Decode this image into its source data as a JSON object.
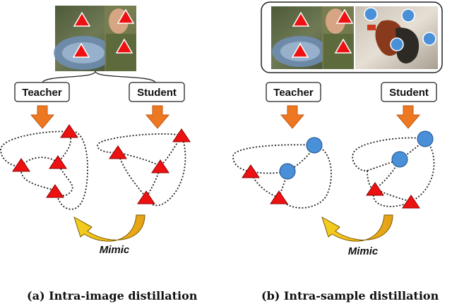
{
  "left_panel": {
    "teacher_label": "Teacher",
    "student_label": "Student",
    "mimic_label": "Mimic",
    "caption": "(a) Intra-image distillation"
  },
  "right_panel": {
    "teacher_label": "Teacher",
    "student_label": "Student",
    "mimic_label": "Mimic",
    "caption": "(b) Intra-sample distillation"
  },
  "colors": {
    "triangle": "#ee1111",
    "circle": "#4a90d9",
    "arrow": "#ee7722",
    "mimic_arrow": "#f3c21a"
  }
}
